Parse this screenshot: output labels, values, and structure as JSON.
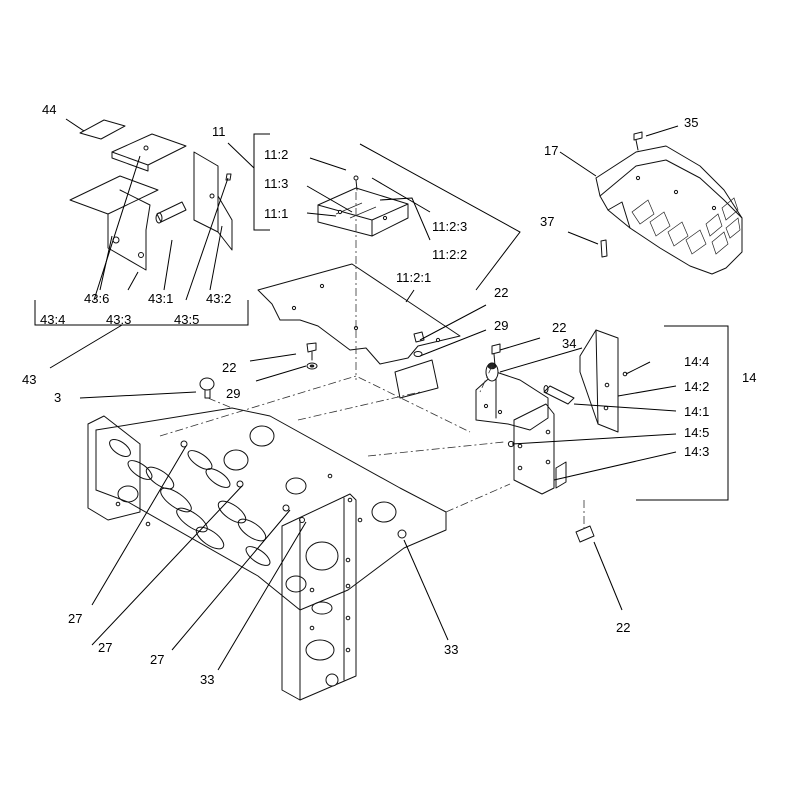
{
  "diagram": {
    "callouts": {
      "c44": "44",
      "c11": "11",
      "c11_2": "11:2",
      "c11_3": "11:3",
      "c11_1": "11:1",
      "c11_2_3": "11:2:3",
      "c11_2_2": "11:2:2",
      "c11_2_1": "11:2:1",
      "c17": "17",
      "c35": "35",
      "c37": "37",
      "c43_6": "43:6",
      "c43_1": "43:1",
      "c43_2": "43:2",
      "c43_4": "43:4",
      "c43_3": "43:3",
      "c43_5": "43:5",
      "c43": "43",
      "c22_a": "22",
      "c29_a": "29",
      "c22_b": "22",
      "c29_b": "29",
      "c22_c": "22",
      "c34": "34",
      "c3": "3",
      "c14_4": "14:4",
      "c14_2": "14:2",
      "c14": "14",
      "c14_1": "14:1",
      "c14_5": "14:5",
      "c14_3": "14:3",
      "c27_a": "27",
      "c27_b": "27",
      "c27_c": "27",
      "c33_a": "33",
      "c33_b": "33",
      "c22_d": "22"
    }
  }
}
